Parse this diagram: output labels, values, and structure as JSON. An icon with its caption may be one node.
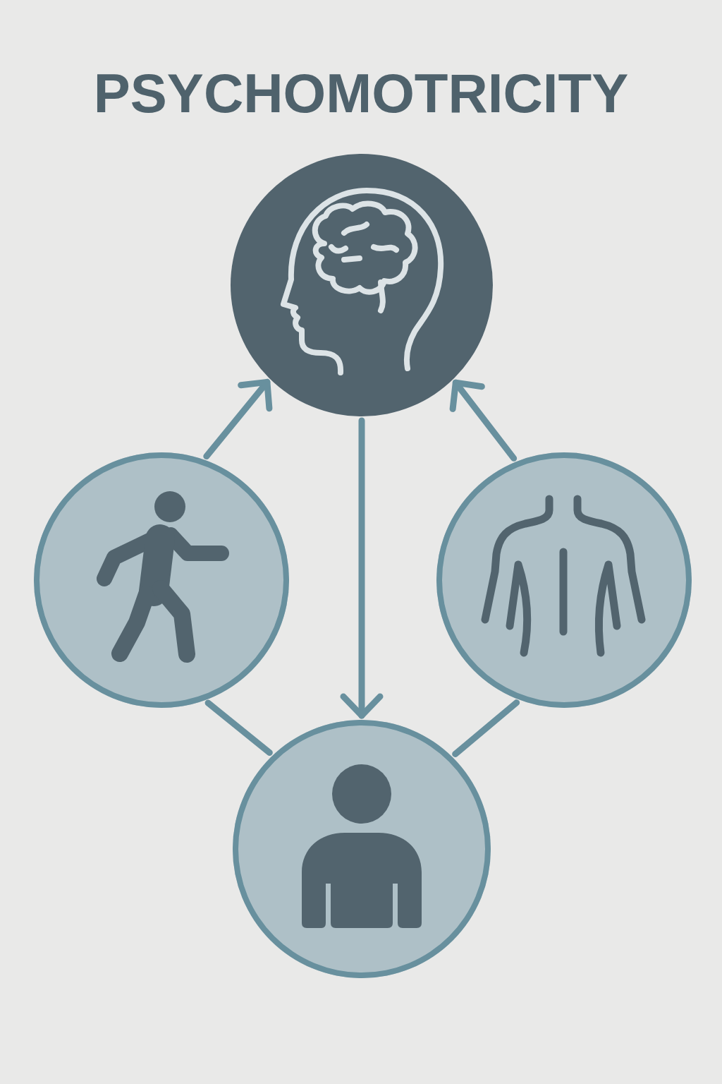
{
  "diagram": {
    "title": "PSYCHOMOTRICITY",
    "nodes": [
      {
        "text": [],
        "shape": "circle"
      },
      {
        "text": [],
        "shape": "circle"
      },
      {
        "text": [],
        "shape": "circle"
      },
      {
        "text": [],
        "shape": "circle"
      }
    ],
    "edges": [
      {
        "from": 1,
        "to": 0,
        "arrow": "to"
      },
      {
        "from": 2,
        "to": 0,
        "arrow": "to"
      },
      {
        "from": 0,
        "to": 3,
        "arrow": "to"
      },
      {
        "from": 1,
        "to": 3,
        "arrow": "none"
      },
      {
        "from": 2,
        "to": 3,
        "arrow": "none"
      }
    ]
  }
}
